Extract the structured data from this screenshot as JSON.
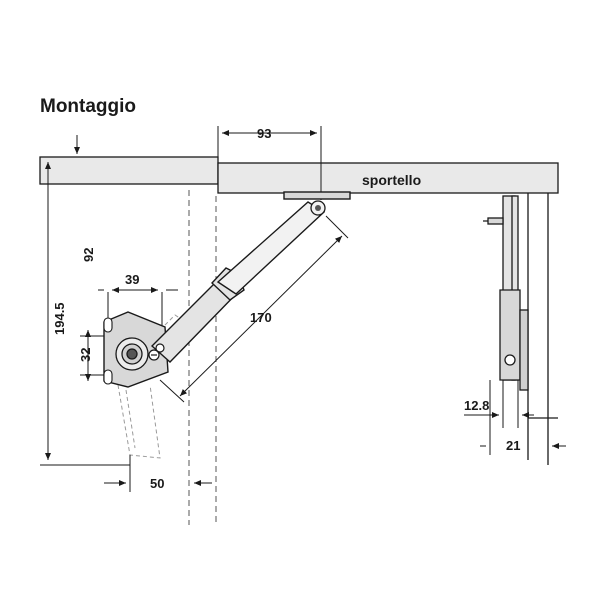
{
  "title": "Montaggio",
  "door_label": "sportello",
  "dimensions": {
    "d93": "93",
    "d92": "92",
    "d39": "39",
    "d194": "194.5",
    "d170": "170",
    "d32": "32",
    "d50": "50",
    "d128": "12.8",
    "d21": "21"
  },
  "colors": {
    "line": "#1a1a1a",
    "door_fill": "#e9e9e9",
    "part_fill": "#d8d8d8",
    "ghost": "#9a9a9a"
  }
}
